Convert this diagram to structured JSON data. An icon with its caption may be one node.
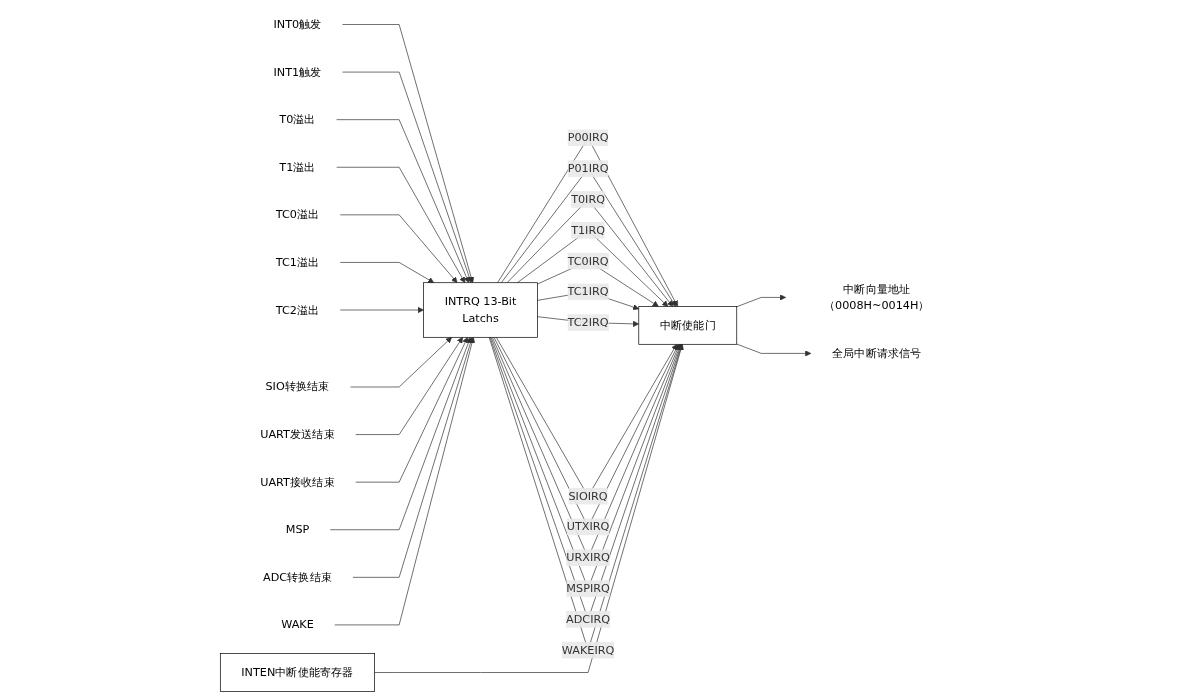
{
  "diagram": {
    "nodes": [
      {
        "text": [
          "INTEN中断使能寄存器"
        ]
      },
      {
        "text": [
          "INT0触发"
        ]
      },
      {
        "text": [
          "INT1触发"
        ]
      },
      {
        "text": [
          "T0溢出"
        ]
      },
      {
        "text": [
          "T1溢出"
        ]
      },
      {
        "text": [
          "TC0溢出"
        ]
      },
      {
        "text": [
          "TC1溢出"
        ]
      },
      {
        "text": [
          "TC2溢出"
        ]
      },
      {
        "text": [
          "SIO转换结束"
        ]
      },
      {
        "text": [
          "UART发送结束"
        ]
      },
      {
        "text": [
          "UART接收结束"
        ]
      },
      {
        "text": [
          "MSP"
        ]
      },
      {
        "text": [
          "ADC转换结束"
        ]
      },
      {
        "text": [
          "WAKE"
        ]
      },
      {
        "text": [
          "INTRQ 13-Bit",
          "Latchs"
        ]
      },
      {
        "text": [
          "中断使能门"
        ]
      },
      {
        "text": [
          "中断向量地址（0008H~0014H）"
        ]
      },
      {
        "text": [
          "全局中断请求信号"
        ]
      }
    ],
    "edges": [
      {
        "from": 1,
        "to": 14,
        "arrow": "to"
      },
      {
        "from": 2,
        "to": 14,
        "arrow": "to"
      },
      {
        "from": 3,
        "to": 14,
        "arrow": "to"
      },
      {
        "from": 4,
        "to": 14,
        "arrow": "to"
      },
      {
        "from": 5,
        "to": 14,
        "arrow": "to"
      },
      {
        "from": 6,
        "to": 14,
        "arrow": "to"
      },
      {
        "from": 7,
        "to": 14,
        "arrow": "to"
      },
      {
        "from": 8,
        "to": 14,
        "arrow": "to"
      },
      {
        "from": 9,
        "to": 14,
        "arrow": "to"
      },
      {
        "from": 10,
        "to": 14,
        "arrow": "to"
      },
      {
        "from": 11,
        "to": 14,
        "arrow": "to"
      },
      {
        "from": 12,
        "to": 14,
        "arrow": "to"
      },
      {
        "from": 13,
        "to": 14,
        "arrow": "to"
      },
      {
        "from": 14,
        "to": 15,
        "arrow": "to",
        "label": "P00IRQ"
      },
      {
        "from": 14,
        "to": 15,
        "arrow": "to",
        "label": "P01IRQ"
      },
      {
        "from": 14,
        "to": 15,
        "arrow": "to",
        "label": "T0IRQ"
      },
      {
        "from": 14,
        "to": 15,
        "arrow": "to",
        "label": "T1IRQ"
      },
      {
        "from": 14,
        "to": 15,
        "arrow": "to",
        "label": "TC0IRQ"
      },
      {
        "from": 14,
        "to": 15,
        "arrow": "to",
        "label": "TC1IRQ"
      },
      {
        "from": 14,
        "to": 15,
        "arrow": "to",
        "label": "TC2IRQ"
      },
      {
        "from": 14,
        "to": 15,
        "arrow": "to",
        "label": "SIOIRQ"
      },
      {
        "from": 14,
        "to": 15,
        "arrow": "to",
        "label": "UTXIRQ"
      },
      {
        "from": 14,
        "to": 15,
        "arrow": "to",
        "label": "URXIRQ"
      },
      {
        "from": 14,
        "to": 15,
        "arrow": "to",
        "label": "MSPIRQ"
      },
      {
        "from": 14,
        "to": 15,
        "arrow": "to",
        "label": "ADCIRQ"
      },
      {
        "from": 14,
        "to": 15,
        "arrow": "to",
        "label": "WAKEIRQ"
      },
      {
        "from": 0,
        "to": 15,
        "arrow": "to"
      },
      {
        "from": 15,
        "to": 16,
        "arrow": "to"
      },
      {
        "from": 15,
        "to": 17,
        "arrow": "to"
      }
    ]
  }
}
